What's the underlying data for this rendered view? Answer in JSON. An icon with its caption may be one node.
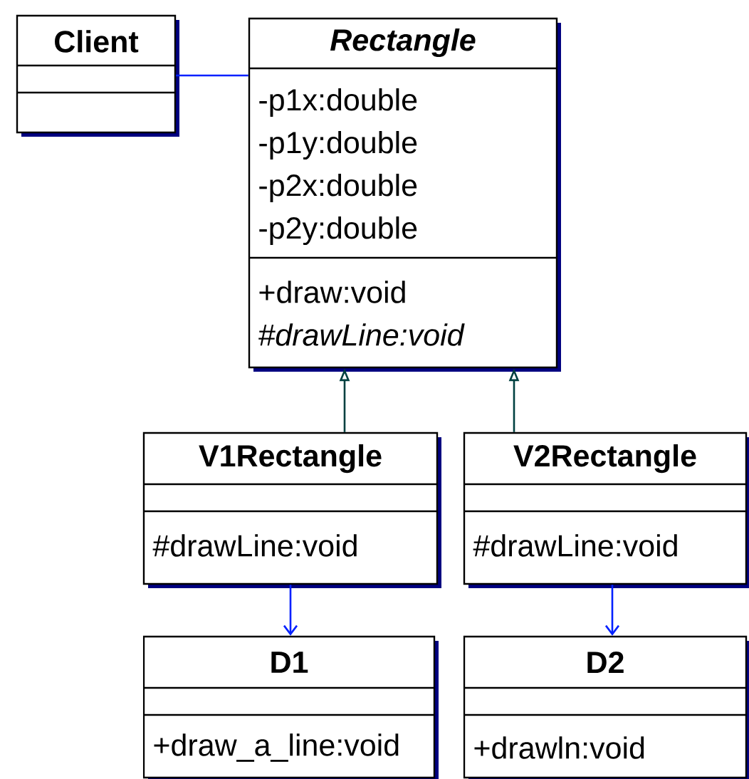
{
  "diagram": {
    "nodes": [
      {
        "text": [
          "Client"
        ]
      },
      {
        "text": [
          "Rectangle",
          "-p1x:double",
          "-p1y:double",
          "-p2x:double",
          "-p2y:double",
          "+draw:void",
          "#drawLine:void"
        ]
      },
      {
        "text": [
          "V1Rectangle",
          "#drawLine:void"
        ]
      },
      {
        "text": [
          "V2Rectangle",
          "#drawLine:void"
        ]
      },
      {
        "text": [
          "D1",
          "+draw_a_line:void"
        ]
      },
      {
        "text": [
          "D2",
          "+drawln:void"
        ]
      }
    ],
    "edges": [
      {
        "from": 0,
        "to": 1,
        "arrow": "none"
      },
      {
        "from": 2,
        "to": 1,
        "arrow": "to",
        "color": "#004040"
      },
      {
        "from": 3,
        "to": 1,
        "arrow": "to",
        "color": "#004040"
      },
      {
        "from": 2,
        "to": 4,
        "arrow": "to"
      },
      {
        "from": 3,
        "to": 5,
        "arrow": "to"
      }
    ]
  }
}
